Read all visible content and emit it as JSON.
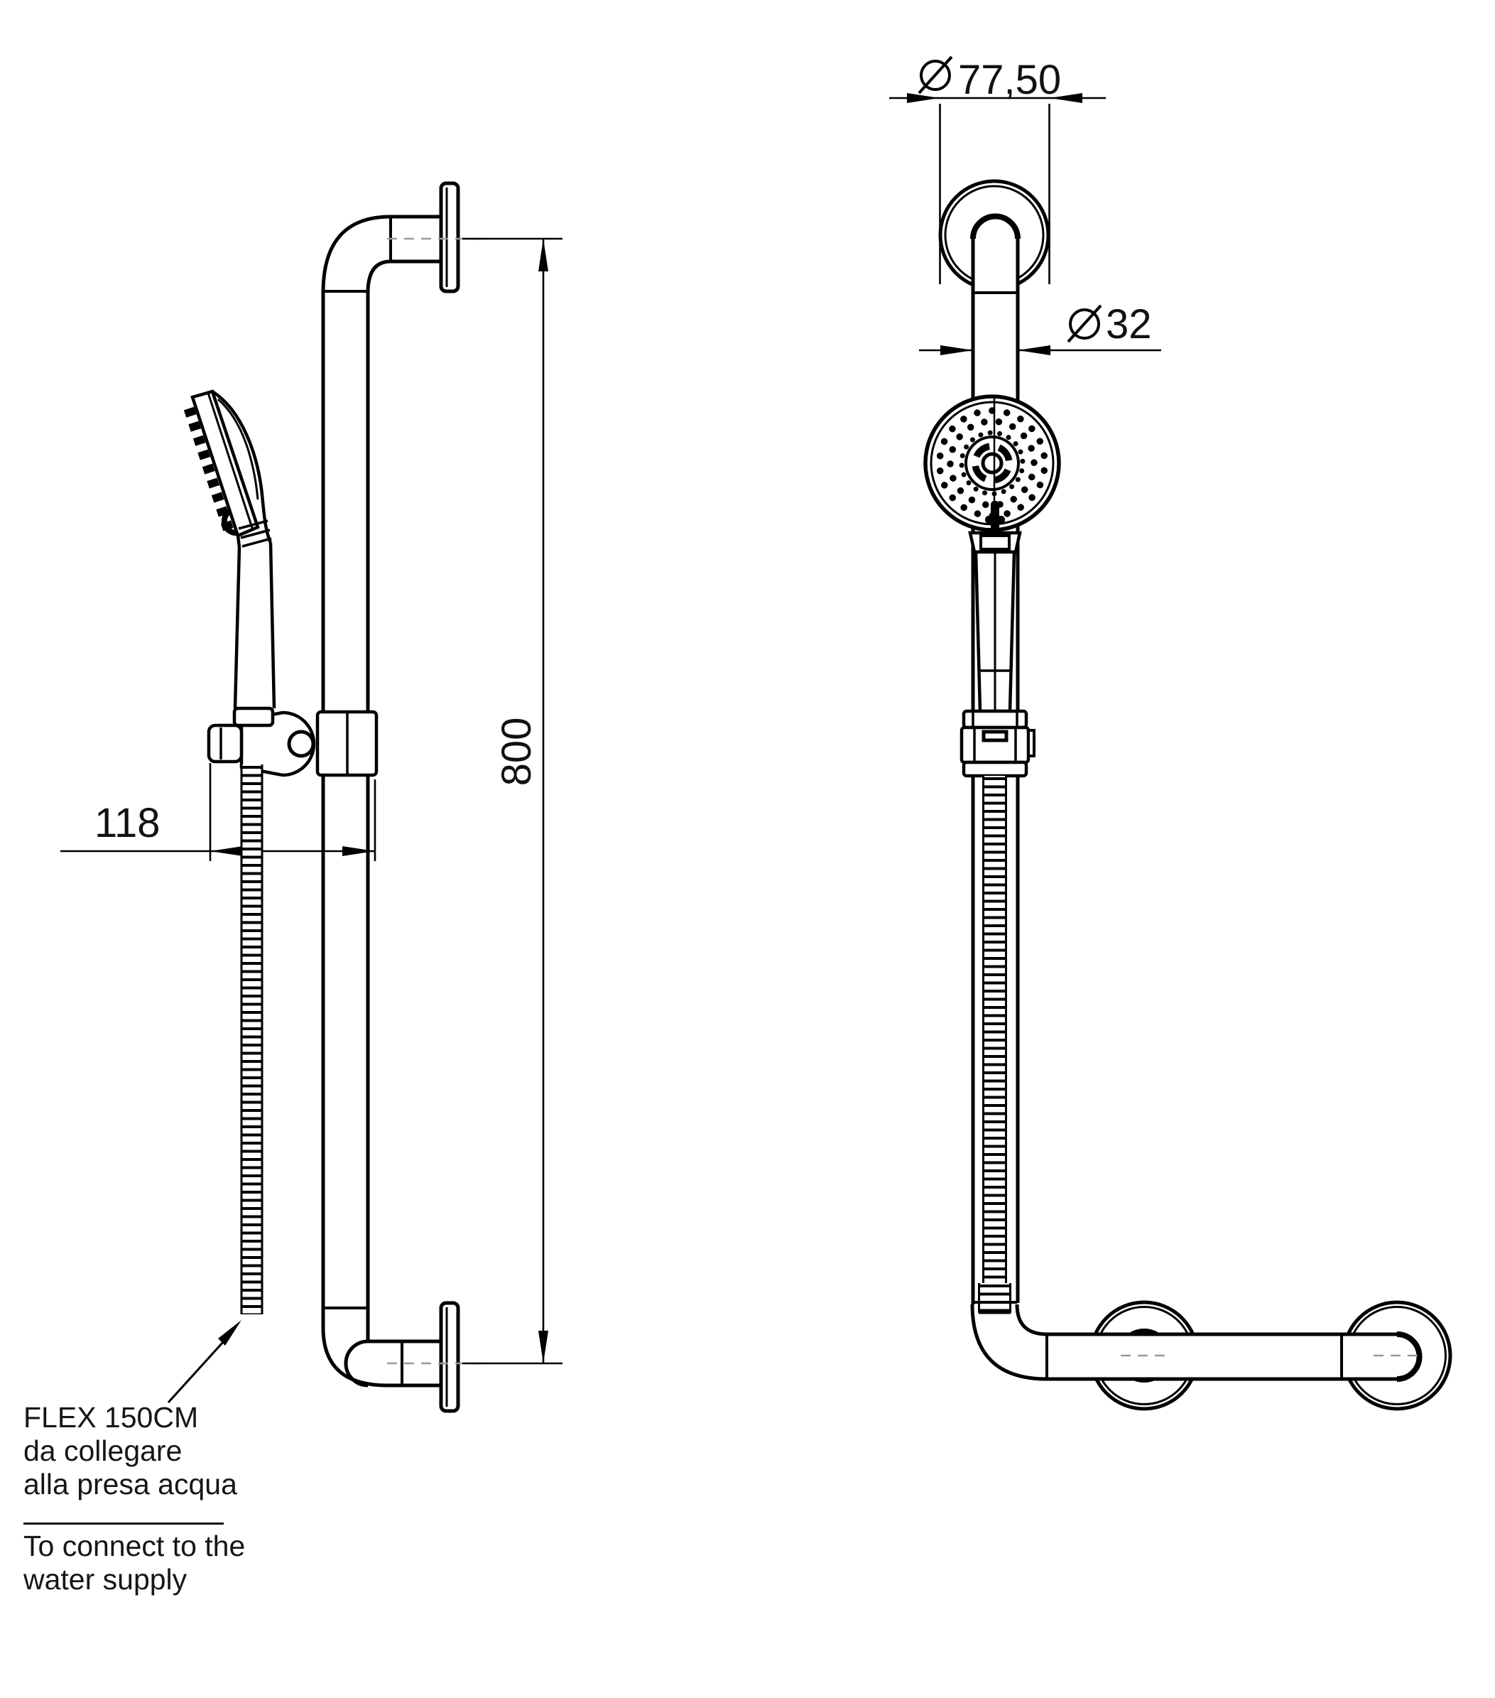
{
  "dimensions": {
    "flange_diameter": "77,50",
    "tube_diameter": "32",
    "rail_length": "800",
    "holder_offset": "118",
    "diameter_symbol": "⌀"
  },
  "annotations": {
    "italian": [
      "FLEX 150CM",
      "da collegare",
      "alla presa acqua"
    ],
    "english": [
      "To connect to the",
      "water supply"
    ]
  },
  "colors": {
    "ink": "#000000",
    "centerline": "#999999",
    "paper": "#ffffff"
  }
}
